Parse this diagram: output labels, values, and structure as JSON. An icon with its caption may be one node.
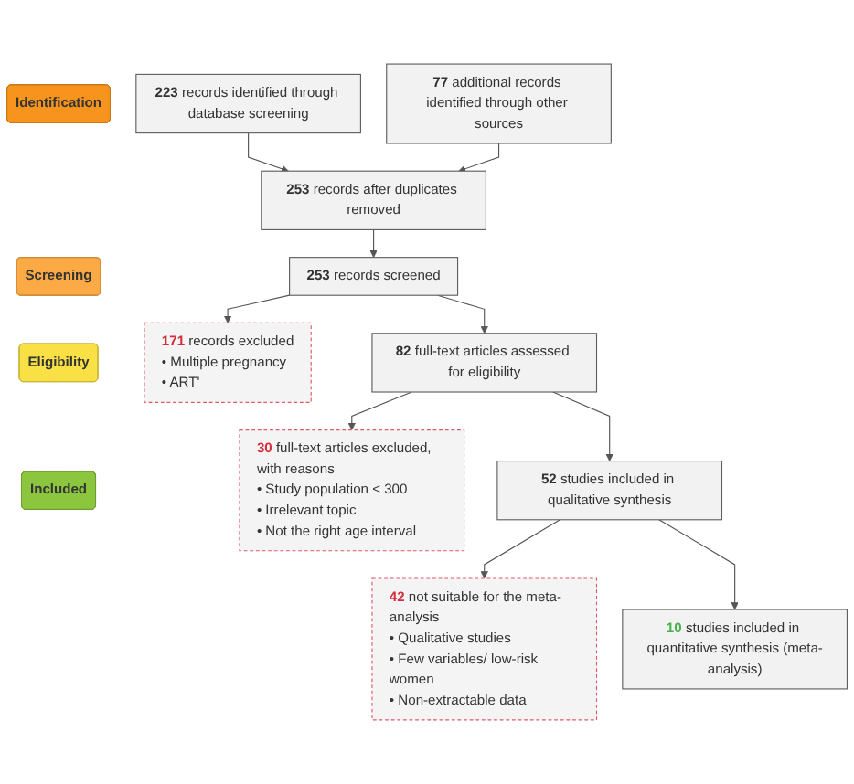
{
  "diagram": {
    "nodes": [
      {
        "text": [
          "Identification"
        ]
      },
      {
        "text": [
          "**223** records identified through database screening"
        ]
      },
      {
        "text": [
          "**77** additional records identified through other sources"
        ]
      },
      {
        "text": [
          "**253** records after duplicates removed"
        ]
      },
      {
        "text": [
          "Screening"
        ]
      },
      {
        "text": [
          "**253** records screened"
        ]
      },
      {
        "text": [
          "**171** records excluded",
          "• Multiple pregnancy",
          "• ART'"
        ]
      },
      {
        "text": [
          "Eligibility"
        ]
      },
      {
        "text": [
          "**82** full-text articles assessed for eligibility"
        ]
      },
      {
        "text": [
          "**30** full-text articles excluded, with reasons",
          "• Study population < 300",
          "• Irrelevant topic",
          "• Not the right age interval"
        ]
      },
      {
        "text": [
          "Included"
        ]
      },
      {
        "text": [
          "**52** studies included in qualitative synthesis"
        ]
      },
      {
        "text": [
          "**42** not suitable for the meta-analysis",
          "• Qualitative studies",
          "• Few variables/ low-risk women",
          "• Non-extractable data"
        ]
      },
      {
        "text": [
          "**10** studies included in quantitative synthesis (meta-analysis)"
        ]
      }
    ],
    "edges": [
      {
        "from": 1,
        "to": 3,
        "arrow": "to"
      },
      {
        "from": 2,
        "to": 3,
        "arrow": "to"
      },
      {
        "from": 3,
        "to": 5,
        "arrow": "to"
      },
      {
        "from": 5,
        "to": 6,
        "arrow": "to"
      },
      {
        "from": 5,
        "to": 8,
        "arrow": "to"
      },
      {
        "from": 8,
        "to": 9,
        "arrow": "to"
      },
      {
        "from": 8,
        "to": 11,
        "arrow": "to"
      },
      {
        "from": 11,
        "to": 12,
        "arrow": "to"
      },
      {
        "from": 11,
        "to": 13,
        "arrow": "to"
      }
    ]
  }
}
